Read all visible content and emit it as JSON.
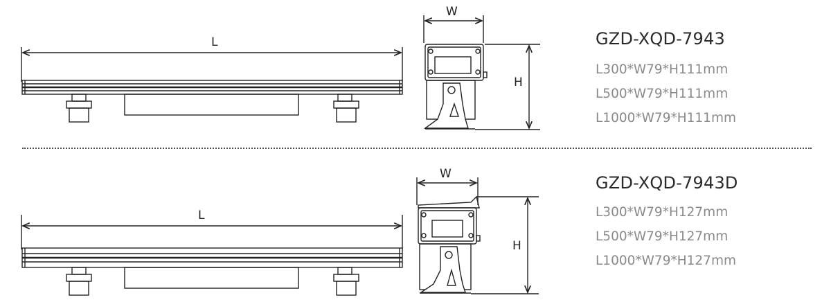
{
  "labels": {
    "length": "L",
    "width": "W",
    "height": "H"
  },
  "products": [
    {
      "model": "GZD-XQD-7943",
      "sizes": [
        "L300*W79*H111mm",
        "L500*W79*H111mm",
        "L1000*W79*H111mm"
      ]
    },
    {
      "model": "GZD-XQD-7943D",
      "sizes": [
        "L300*W79*H127mm",
        "L500*W79*H127mm",
        "L1000*W79*H127mm"
      ]
    }
  ]
}
